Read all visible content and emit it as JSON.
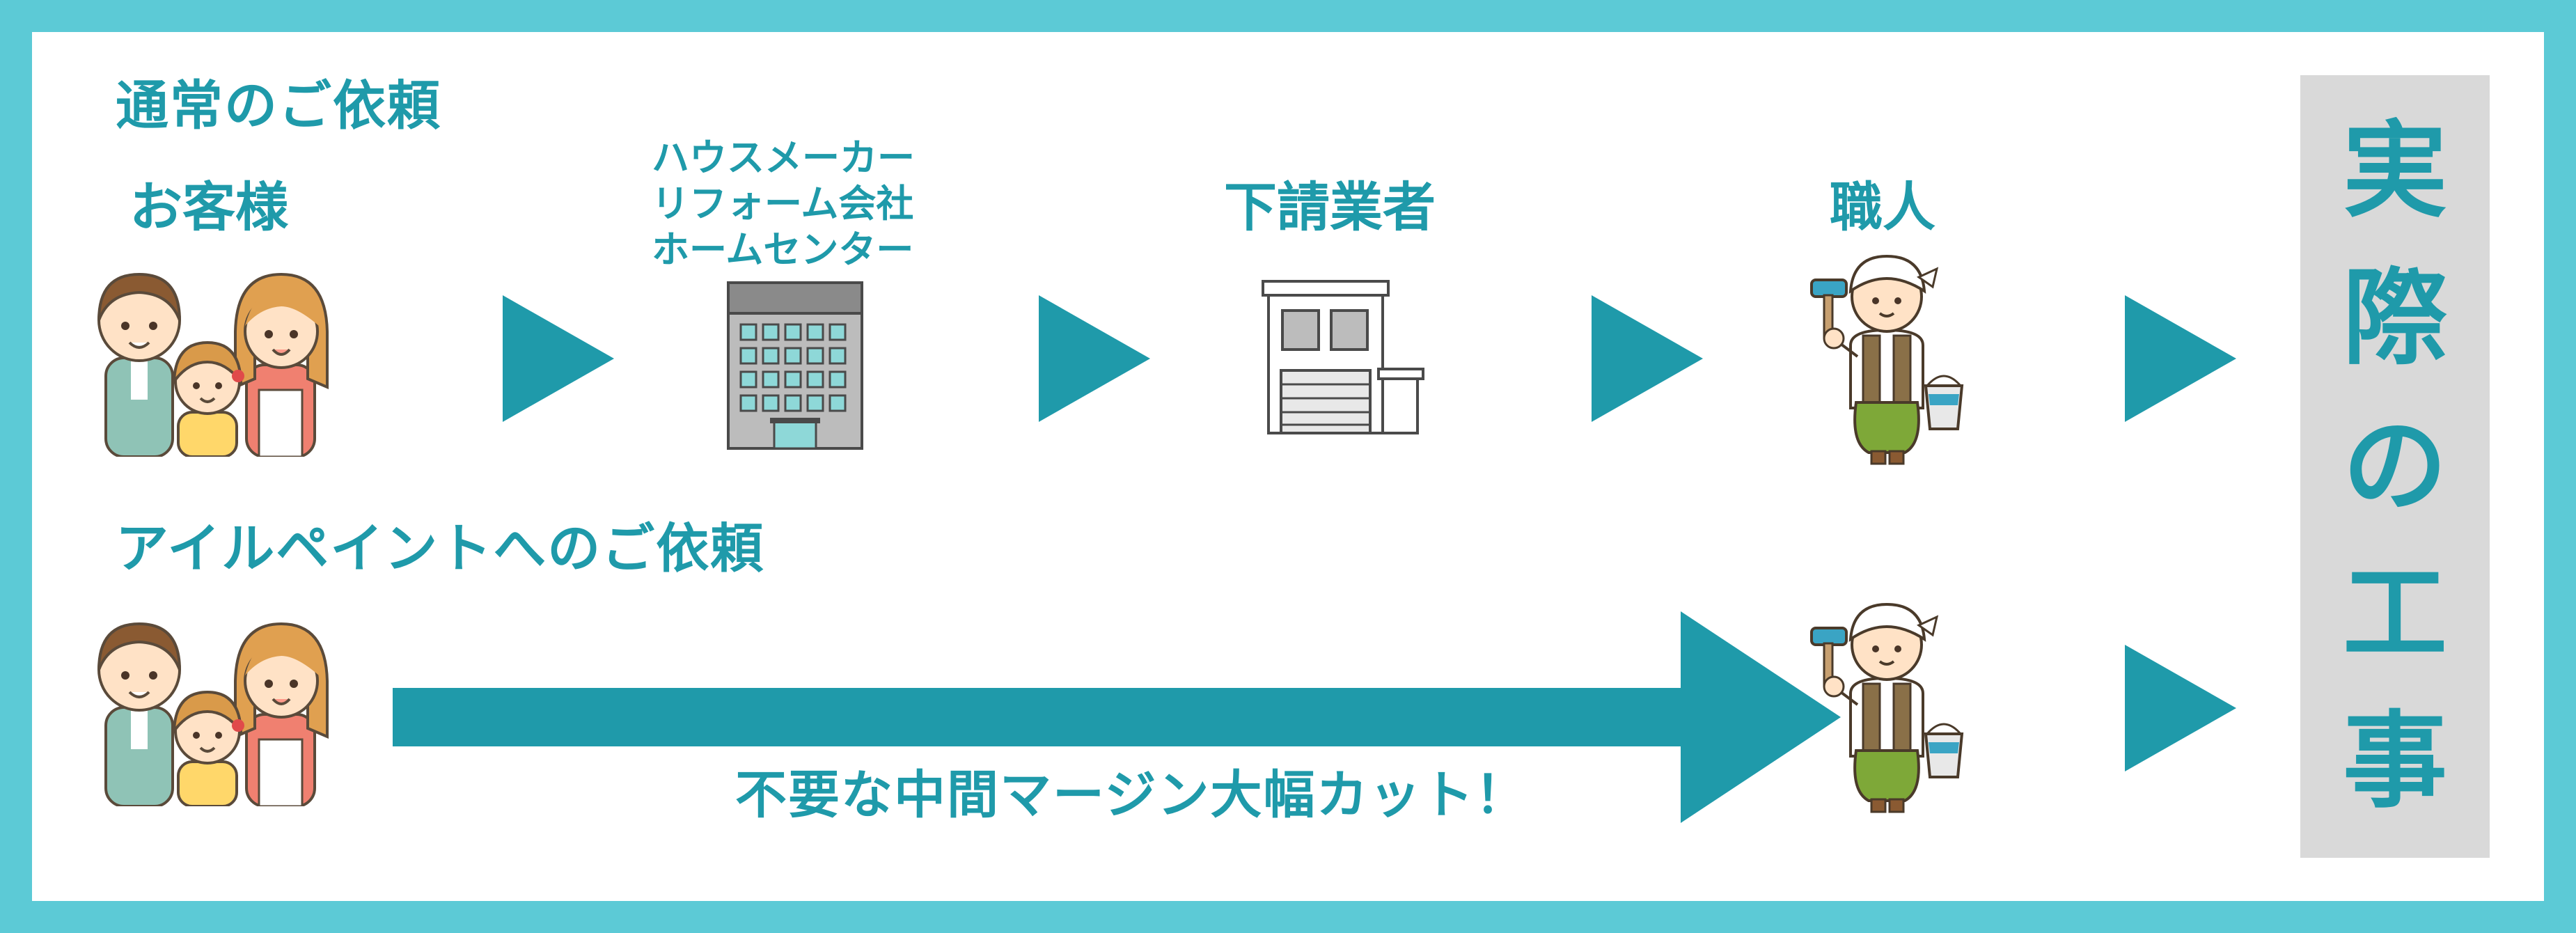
{
  "colors": {
    "frame": "#5ccad6",
    "accent": "#1f9aaa",
    "sidebar": "#d9d9d9"
  },
  "normal": {
    "title": "通常のご依頼",
    "steps": [
      {
        "label": "お客様",
        "icon": "family-icon"
      },
      {
        "lines": [
          "ハウスメーカー",
          "リフォーム会社",
          "ホームセンター"
        ],
        "icon": "office-building-icon"
      },
      {
        "label": "下請業者",
        "icon": "contractor-building-icon"
      },
      {
        "label": "職人",
        "icon": "craftsman-icon"
      }
    ]
  },
  "direct": {
    "title": "アイルペイントへのご依頼",
    "caption": "不要な中間マージン大幅カット！"
  },
  "result": {
    "chars": [
      "実",
      "際",
      "の",
      "工",
      "事"
    ]
  }
}
